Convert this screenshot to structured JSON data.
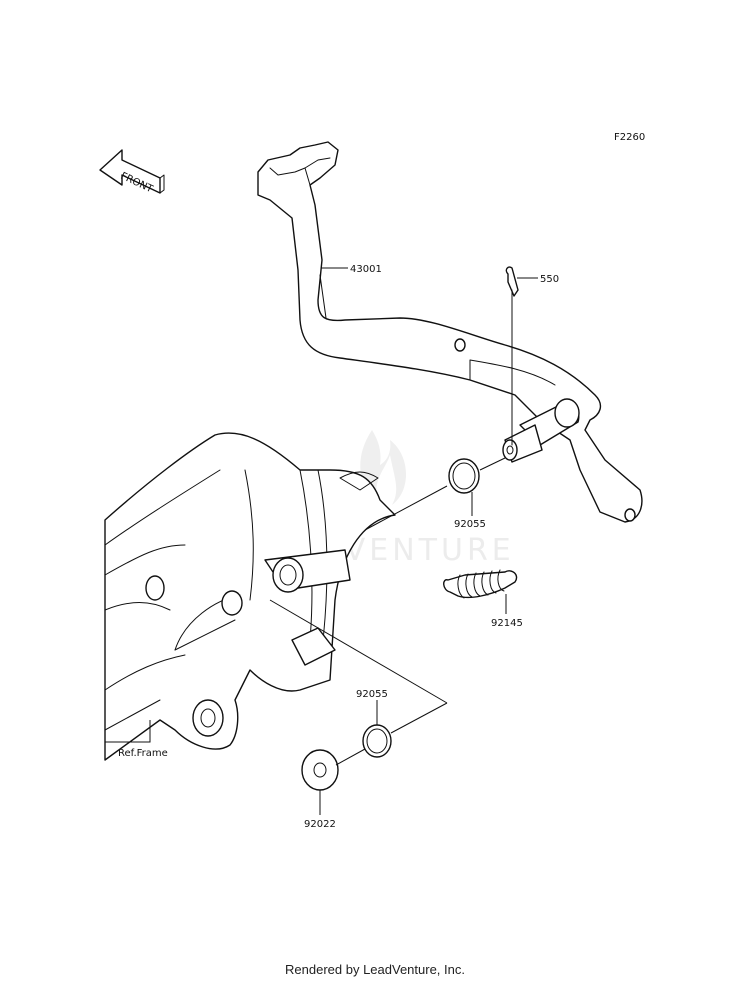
{
  "diagram_code": "F2260",
  "front_label": "FRONT",
  "watermark": "LEADVENTURE",
  "callouts": {
    "brake_pedal": "43001",
    "cotter_pin": "550",
    "o_ring_upper": "92055",
    "spring": "92145",
    "o_ring_lower": "92055",
    "washer": "92022",
    "frame": "Ref.Frame"
  },
  "credit": "Rendered by LeadVenture, Inc."
}
